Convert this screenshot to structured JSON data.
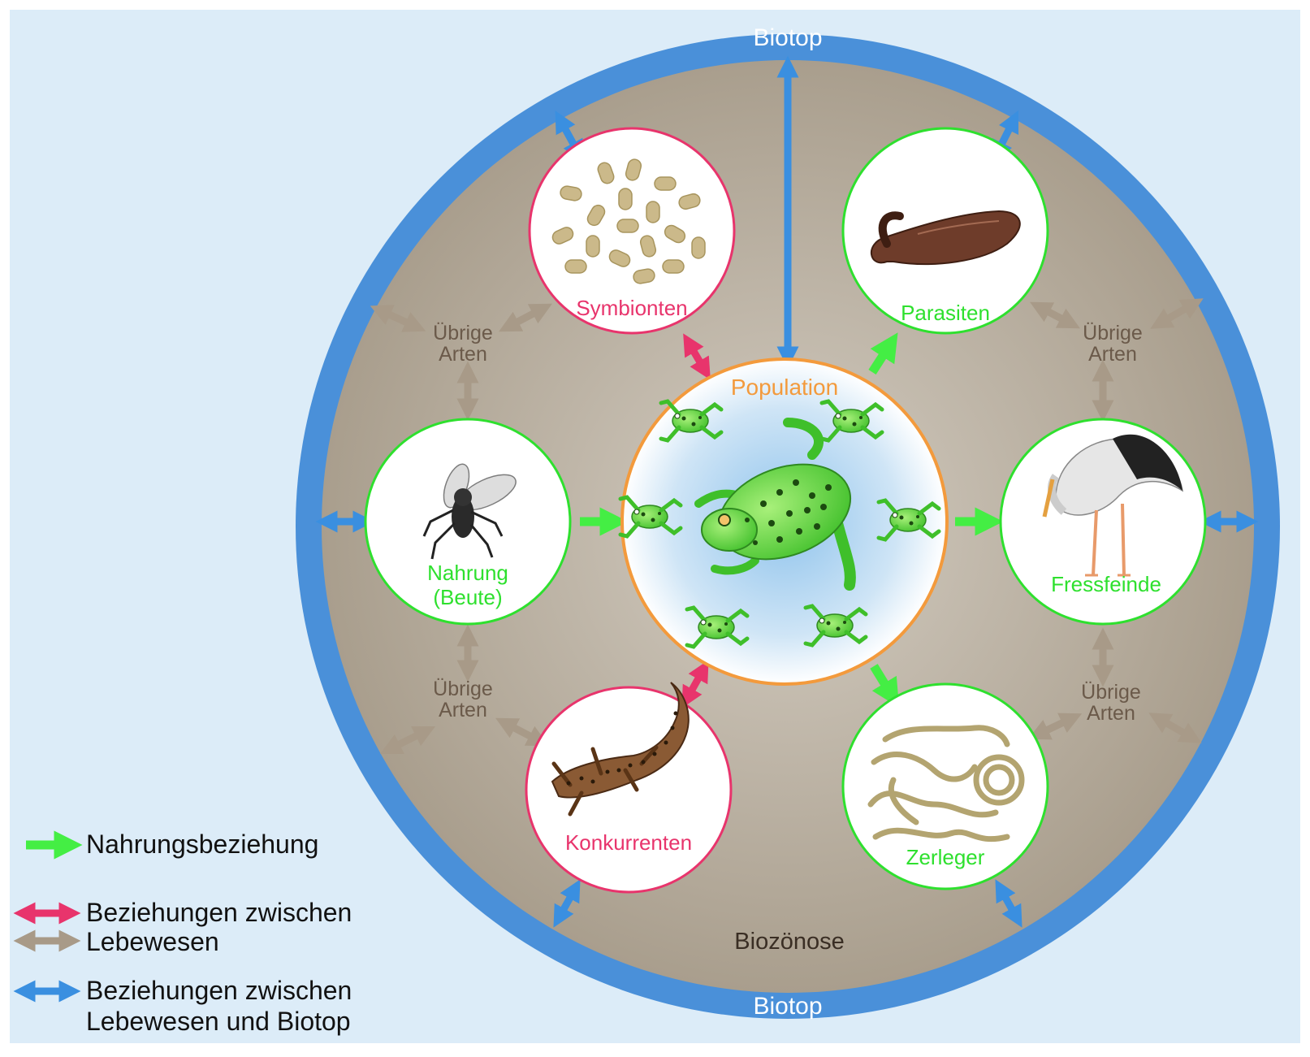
{
  "colors": {
    "background": "#dcecf8",
    "biotop_ring": "#4a90d9",
    "biozoenose_fill": "#b3a999",
    "food_green": "#44ee44",
    "label_green": "#2ee02e",
    "pink": "#e8346c",
    "gray_brown": "#a89a88",
    "blue": "#3a8fe0",
    "population_orange": "#f39a3c",
    "other_species_text": "#6b5a4a"
  },
  "ring": {
    "top_label": "Biotop",
    "bottom_label": "Biotop"
  },
  "center": {
    "label": "Biozönose"
  },
  "population": {
    "label": "Population",
    "icon": "frog-icon"
  },
  "nodes": {
    "symbionten": {
      "label": "Symbionten",
      "icon": "bacteria-icon"
    },
    "parasiten": {
      "label": "Parasiten",
      "icon": "leech-icon"
    },
    "nahrung": {
      "line1": "Nahrung",
      "line2": "(Beute)",
      "icon": "fly-icon"
    },
    "fressfeinde": {
      "label": "Fressfeinde",
      "icon": "stork-icon"
    },
    "konkurrenten": {
      "label": "Konkurrenten",
      "icon": "salamander-icon"
    },
    "zerleger": {
      "label": "Zerleger",
      "icon": "worms-icon"
    }
  },
  "other_species": [
    {
      "line1": "Übrige",
      "line2": "Arten"
    },
    {
      "line1": "Übrige",
      "line2": "Arten"
    },
    {
      "line1": "Übrige",
      "line2": "Arten"
    },
    {
      "line1": "Übrige",
      "line2": "Arten"
    }
  ],
  "legend": {
    "food": "Nahrungsbeziehung",
    "organisms_line1": "Beziehungen zwischen",
    "organisms_line2": "Lebewesen",
    "biotop_line1": "Beziehungen zwischen",
    "biotop_line2": "Lebewesen und Biotop"
  }
}
